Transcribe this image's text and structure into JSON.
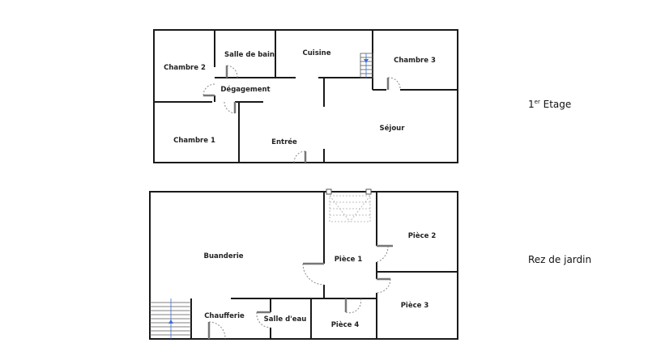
{
  "floors": [
    {
      "label_main": "1",
      "label_sup": "er",
      "label_rest": " Etage",
      "rooms": [
        {
          "name": "Chambre 2"
        },
        {
          "name": "Salle de bain"
        },
        {
          "name": "Cuisine"
        },
        {
          "name": "Chambre 3"
        },
        {
          "name": "Dégagement"
        },
        {
          "name": "Chambre 1"
        },
        {
          "name": "Entrée"
        },
        {
          "name": "Séjour"
        }
      ]
    },
    {
      "label": "Rez de jardin",
      "rooms": [
        {
          "name": "Buanderie"
        },
        {
          "name": "Pièce 1"
        },
        {
          "name": "Pièce 2"
        },
        {
          "name": "Pièce 3"
        },
        {
          "name": "Chaufferie"
        },
        {
          "name": "Salle d'eau"
        },
        {
          "name": "Pièce 4"
        }
      ]
    }
  ],
  "colors": {
    "wall": "#1a1a1a",
    "door": "#888888",
    "stair_arrow": "#3a6fd8"
  }
}
